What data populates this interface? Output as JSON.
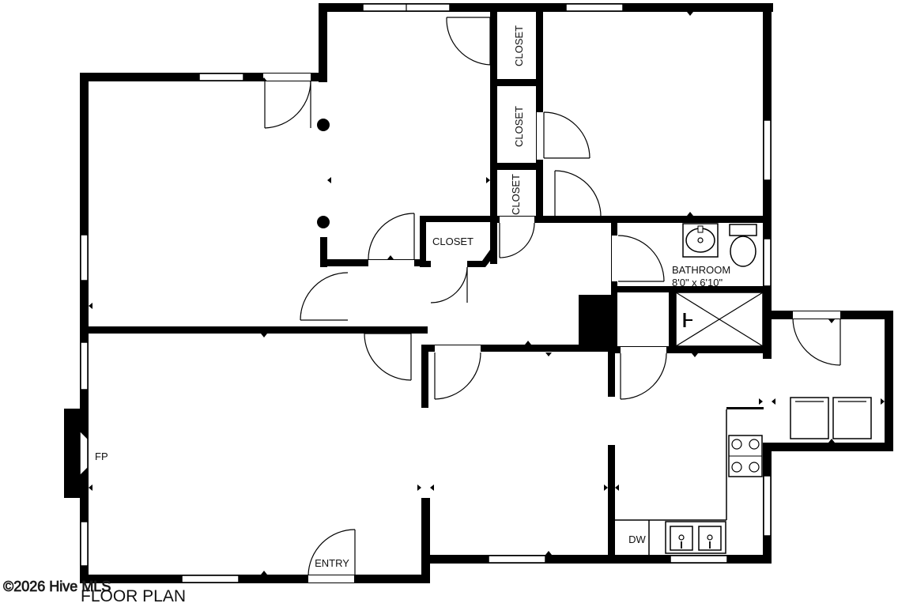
{
  "labels": {
    "closet_1": "CLOSET",
    "closet_2": "CLOSET",
    "closet_3": "CLOSET",
    "closet_4": "CLOSET",
    "bathroom": "BATHROOM",
    "bathroom_dims": "8'0\" x 6'10\"",
    "fireplace": "FP",
    "entry": "ENTRY",
    "dishwasher": "DW"
  },
  "footer": {
    "watermark": "©2026 Hive MLS",
    "title": "FLOOR PLAN"
  },
  "colors": {
    "wall": "#000000",
    "background": "#ffffff"
  }
}
